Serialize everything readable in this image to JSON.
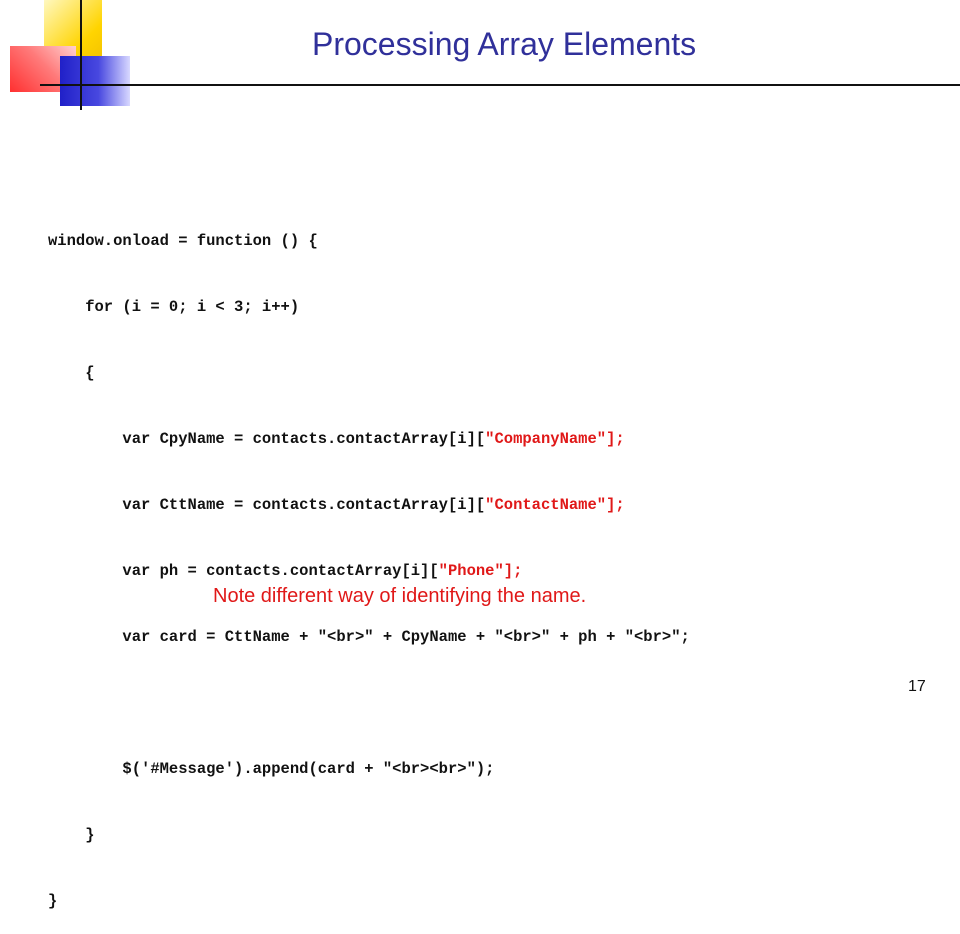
{
  "slide": {
    "title": "Processing Array Elements",
    "code": {
      "l1": "window.onload = function () {",
      "l2": "    for (i = 0; i < 3; i++)",
      "l3": "    {",
      "l4a": "        var CpyName = contacts.contactArray[i][",
      "l4b": "\"CompanyName\"];",
      "l5a": "        var CttName = contacts.contactArray[i][",
      "l5b": "\"ContactName\"];",
      "l6a": "        var ph = contacts.contactArray[i][",
      "l6b": "\"Phone\"];",
      "l7": "        var card = CttName + \"<br>\" + CpyName + \"<br>\" + ph + \"<br>\";",
      "l8": "        $('#Message').append(card + \"<br><br>\");",
      "l9": "    }",
      "l10": "}"
    },
    "note": "Note different way of identifying the name.",
    "page_number": "17"
  },
  "colors": {
    "title": "#30309a",
    "highlight": "#e01818"
  }
}
